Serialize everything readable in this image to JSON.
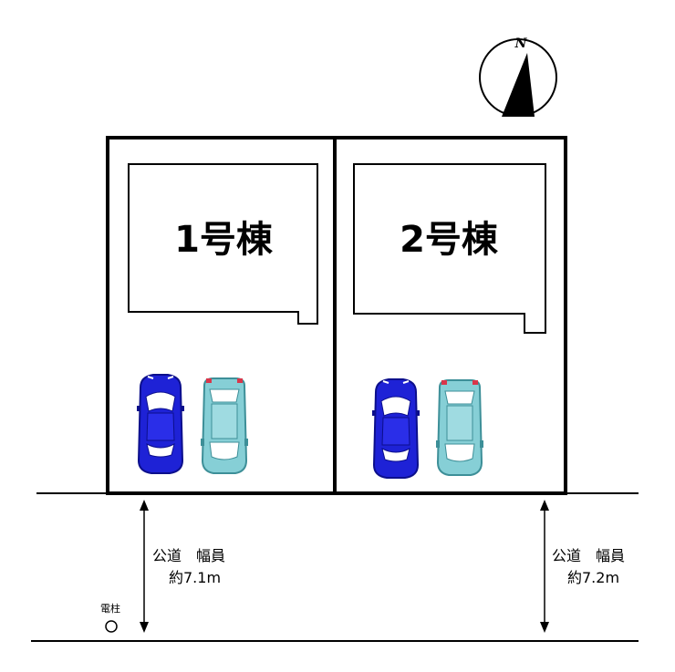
{
  "compass": {
    "label": "N"
  },
  "lots": [
    {
      "building_label": "1号棟"
    },
    {
      "building_label": "2号棟"
    }
  ],
  "road": {
    "left": {
      "line1": "公道　幅員",
      "line2": "約7.1m"
    },
    "right": {
      "line1": "公道　幅員",
      "line2": "約7.2m"
    }
  },
  "utility_pole": {
    "label": "電柱"
  },
  "colors": {
    "line": "#000000",
    "car_blue_body": "#1e22d6",
    "car_blue_dark": "#0c0f8c",
    "car_teal_body": "#86cfd6",
    "car_teal_dark": "#3d8f98",
    "taillight": "#d9364a"
  }
}
